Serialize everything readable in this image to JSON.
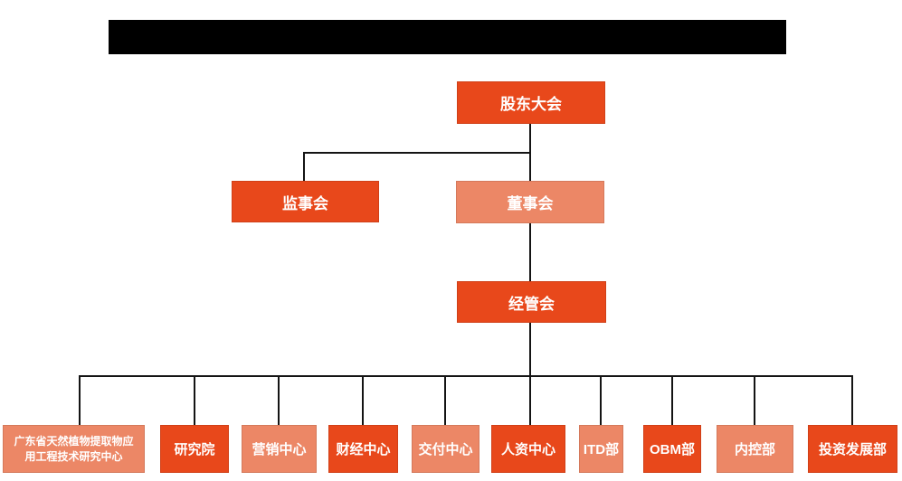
{
  "palette": {
    "primary_orange": "#e8481b",
    "secondary_salmon": "#ec8766",
    "line_color": "#141414",
    "node_text_color": "#ffffff",
    "redacted_bar_color": "#000000"
  },
  "org_chart": {
    "top": {
      "label": "股东大会"
    },
    "row2": [
      {
        "label": "监事会",
        "variant": "primary"
      },
      {
        "label": "董事会",
        "variant": "secondary"
      }
    ],
    "row3": {
      "label": "经管会"
    },
    "departments": [
      {
        "label": "广东省天然植物提取物应用工程技术研究中心",
        "variant": "secondary"
      },
      {
        "label": "研究院",
        "variant": "primary"
      },
      {
        "label": "营销中心",
        "variant": "secondary"
      },
      {
        "label": "财经中心",
        "variant": "primary"
      },
      {
        "label": "交付中心",
        "variant": "secondary"
      },
      {
        "label": "人资中心",
        "variant": "primary"
      },
      {
        "label": "ITD部",
        "variant": "secondary"
      },
      {
        "label": "OBM部",
        "variant": "primary"
      },
      {
        "label": "内控部",
        "variant": "secondary"
      },
      {
        "label": "投资发展部",
        "variant": "primary"
      }
    ]
  }
}
